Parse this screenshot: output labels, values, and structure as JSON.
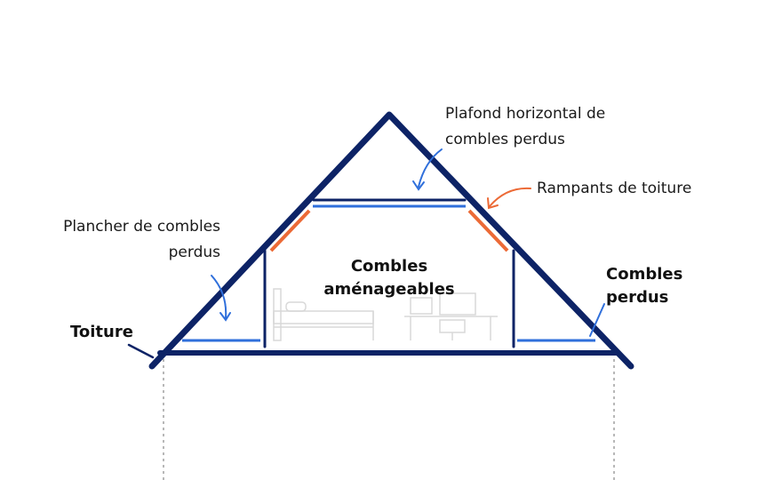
{
  "labels": {
    "plafond": [
      "Plafond horizontal de",
      "combles perdus"
    ],
    "rampants": "Rampants de toiture",
    "plancher": [
      "Plancher de combles",
      "perdus"
    ],
    "combles_amenageables": [
      "Combles",
      "aménageables"
    ],
    "combles_perdus": [
      "Combles",
      "perdus"
    ],
    "toiture": "Toiture"
  },
  "colors": {
    "structure": "#0d2366",
    "insulation_floor": "#2f6fdb",
    "insulation_slope": "#ec6a36",
    "arrow_blue": "#2f6fdb",
    "arrow_orange": "#ec6a36",
    "furniture": "#d8d8d8",
    "foundation_dots": "#b8b8b8"
  },
  "icons": {
    "bed": "bed-icon",
    "desk": "desk-icon"
  }
}
